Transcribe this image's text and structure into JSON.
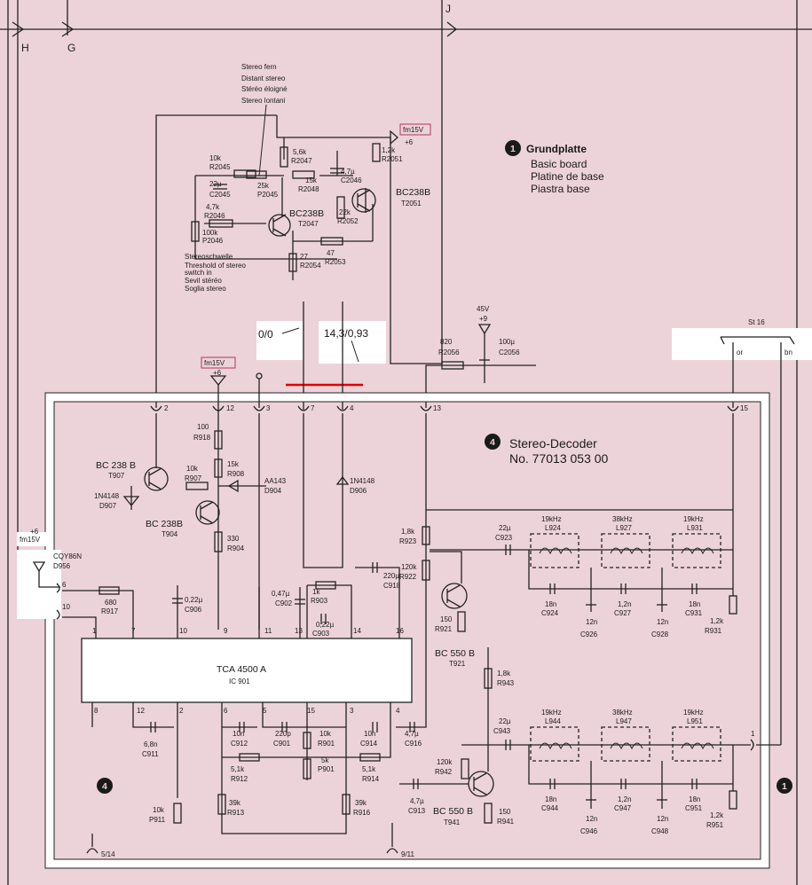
{
  "connectors_top": [
    "H",
    "G",
    "J"
  ],
  "grundplatte": {
    "number": "1",
    "title": "Grundplatte",
    "lines": [
      "Basic board",
      "Platine de base",
      "Piastra base"
    ]
  },
  "stereo_fern": [
    "Stereo fern",
    "Distant stereo",
    "Stéréo éloigné",
    "Stereo lontani"
  ],
  "stereoschwelle": [
    "Stereoschwelle",
    "Threshold of stereo",
    "switch in",
    "Sevil stéréo",
    "Soglia stereo"
  ],
  "supply": {
    "fm15v": "fm15V",
    "plus6": "+6",
    "v45": "45V",
    "plus9": "+9"
  },
  "measurements": {
    "m1": "0/0",
    "m2": "14,3/0,93"
  },
  "st16": {
    "label": "St 16",
    "or": "or",
    "bn": "bn"
  },
  "decoder": {
    "number": "4",
    "title": "Stereo-Decoder",
    "part_no": "No. 77013 053 00"
  },
  "ic": {
    "name": "TCA 4500 A",
    "ref": "IC 901"
  },
  "pins_top": [
    "2",
    "12",
    "3",
    "7",
    "4",
    "13",
    "15"
  ],
  "pins_left": [
    "6",
    "10"
  ],
  "pins_bottom": [
    "5/14",
    "9/11"
  ],
  "pin_right": "1",
  "ic_pins_top": [
    "1",
    "7",
    "10",
    "9",
    "11",
    "13",
    "14",
    "16"
  ],
  "ic_pins_bottom": [
    "8",
    "12",
    "2",
    "6",
    "5",
    "15",
    "3",
    "4"
  ],
  "boards": {
    "b1": "1",
    "b4": "4"
  },
  "components": {
    "r2045": [
      "10k",
      "R2045"
    ],
    "c2045": [
      "22µ",
      "C2045"
    ],
    "p2045": [
      "25k",
      "P2045"
    ],
    "r2046": [
      "4,7k",
      "R2046"
    ],
    "p2046": [
      "100k",
      "P2046"
    ],
    "r2047": [
      "5,6k",
      "R2047"
    ],
    "r2048": [
      "15k",
      "R2048"
    ],
    "c2046": [
      "4,7µ",
      "C2046"
    ],
    "r2051": [
      "1,2k",
      "R2051"
    ],
    "t2051": [
      "BC238B",
      "T2051"
    ],
    "t2047": [
      "BC238B",
      "T2047"
    ],
    "r2052": [
      "22k",
      "R2052"
    ],
    "r2053": [
      "47",
      "R2053"
    ],
    "r2054": [
      "27",
      "R2054"
    ],
    "r2056": [
      "820",
      "R2056"
    ],
    "c2056": [
      "100µ",
      "C2056"
    ],
    "r918": [
      "100",
      "R918"
    ],
    "r908": [
      "15k",
      "R908"
    ],
    "r907": [
      "10k",
      "R907"
    ],
    "t907": [
      "BC 238 B",
      "T907"
    ],
    "d907": [
      "1N4148",
      "D907"
    ],
    "t904": [
      "BC 238B",
      "T904"
    ],
    "d904": [
      "AA143",
      "D904"
    ],
    "d906": [
      "1N4148",
      "D906"
    ],
    "r904": [
      "330",
      "R904"
    ],
    "d956": [
      "CQY86N",
      "D956"
    ],
    "r917": [
      "680",
      "R917"
    ],
    "c906": [
      "0,22µ",
      "C906"
    ],
    "c902": [
      "0,47µ",
      "C902"
    ],
    "r903": [
      "1k",
      "R903"
    ],
    "c903": [
      "0,22µ",
      "C903"
    ],
    "c918": [
      "220µ",
      "C918"
    ],
    "r923": [
      "1,8k",
      "R923"
    ],
    "r922": [
      "120k",
      "R922"
    ],
    "c923": [
      "22µ",
      "C923"
    ],
    "t921": [
      "BC 550 B",
      "T921"
    ],
    "r921": [
      "150",
      "R921"
    ],
    "r943": [
      "1,8k",
      "R943"
    ],
    "c943": [
      "22µ",
      "C943"
    ],
    "r942": [
      "120k",
      "R942"
    ],
    "t941": [
      "BC 550 B",
      "T941"
    ],
    "r941": [
      "150",
      "R941"
    ],
    "c913": [
      "4,7µ",
      "C913"
    ],
    "c911": [
      "6,8n",
      "C911"
    ],
    "c912": [
      "10n",
      "C912"
    ],
    "c901": [
      "220p",
      "C901"
    ],
    "r901": [
      "10k",
      "R901"
    ],
    "p901": [
      "5k",
      "P901"
    ],
    "c914": [
      "10n",
      "C914"
    ],
    "c916": [
      "4,7µ",
      "C916"
    ],
    "r912": [
      "5,1k",
      "R912"
    ],
    "r914": [
      "5,1k",
      "R914"
    ],
    "r913": [
      "39k",
      "R913"
    ],
    "r916": [
      "39k",
      "R916"
    ],
    "p911": [
      "10k",
      "P911"
    ],
    "l924": [
      "19kHz",
      "L924"
    ],
    "l927": [
      "38kHz",
      "L927"
    ],
    "l931": [
      "19kHz",
      "L931"
    ],
    "l944": [
      "19kHz",
      "L944"
    ],
    "l947": [
      "38kHz",
      "L947"
    ],
    "l951": [
      "19kHz",
      "L951"
    ],
    "c924": [
      "18n",
      "C924"
    ],
    "c926": [
      "12n",
      "C926"
    ],
    "c927": [
      "1,2n",
      "C927"
    ],
    "c928": [
      "12n",
      "C928"
    ],
    "c931": [
      "18n",
      "C931"
    ],
    "r931": [
      "1,2k",
      "R931"
    ],
    "c944": [
      "18n",
      "C944"
    ],
    "c946": [
      "12n",
      "C946"
    ],
    "c947": [
      "1,2n",
      "C947"
    ],
    "c948": [
      "12n",
      "C948"
    ],
    "c951": [
      "18n",
      "C951"
    ],
    "r951": [
      "1,2k",
      "R951"
    ]
  }
}
